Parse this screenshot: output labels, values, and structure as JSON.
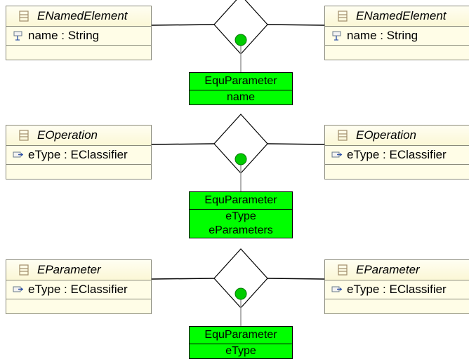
{
  "rows": [
    {
      "left_class": {
        "name": "ENamedElement",
        "class_icon": "eclass-icon",
        "attribute": "name : String",
        "attribute_icon": "eattribute-icon"
      },
      "right_class": {
        "name": "ENamedElement",
        "class_icon": "eclass-icon",
        "attribute": "name : String",
        "attribute_icon": "eattribute-icon"
      },
      "equ": {
        "title": "EquParameter",
        "features": [
          "name"
        ]
      }
    },
    {
      "left_class": {
        "name": "EOperation",
        "class_icon": "eclass-icon",
        "attribute": "eType : EClassifier",
        "attribute_icon": "ereference-icon"
      },
      "right_class": {
        "name": "EOperation",
        "class_icon": "eclass-icon",
        "attribute": "eType : EClassifier",
        "attribute_icon": "ereference-icon"
      },
      "equ": {
        "title": "EquParameter",
        "features": [
          "eType",
          "eParameters"
        ]
      }
    },
    {
      "left_class": {
        "name": "EParameter",
        "class_icon": "eclass-icon",
        "attribute": "eType : EClassifier",
        "attribute_icon": "ereference-icon"
      },
      "right_class": {
        "name": "EParameter",
        "class_icon": "eclass-icon",
        "attribute": "eType : EClassifier",
        "attribute_icon": "ereference-icon"
      },
      "equ": {
        "title": "EquParameter",
        "features": [
          "eType"
        ]
      }
    }
  ],
  "colors": {
    "class_fill": "#fffde7",
    "class_border": "#8a8a7a",
    "equ_fill": "#00ff00",
    "anchor_dot": "#00cc00"
  }
}
